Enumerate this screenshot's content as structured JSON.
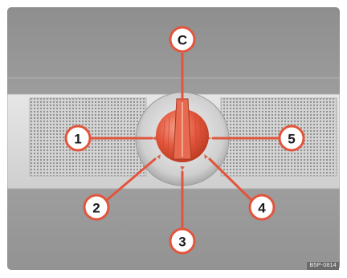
{
  "figure": {
    "callouts": {
      "c": "C",
      "1": "1",
      "2": "2",
      "3": "3",
      "4": "4",
      "5": "5"
    },
    "reference_code": "B5P-0814"
  },
  "colors": {
    "background": "#9c9c9c",
    "panel_light": "#d9d9d9",
    "knob": "#e2553c",
    "callout_fill": "#ffffff"
  }
}
